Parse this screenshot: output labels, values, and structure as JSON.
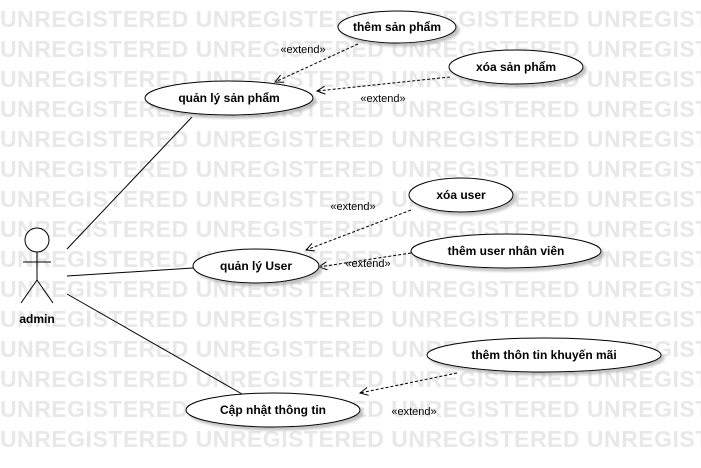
{
  "watermark": {
    "text": "UNREGISTERED UNREGISTERED UNREGISTERED UNREGISTERED"
  },
  "diagram": {
    "actor": {
      "name": "admin"
    },
    "use_cases": {
      "quan_ly_san_pham": "quản lý sản phẩm",
      "quan_ly_user": "quản lý User",
      "cap_nhat_thong_tin": "Cập nhật thông tin",
      "them_san_pham": "thêm sản phẩm",
      "xoa_san_pham": "xóa sản phẩm",
      "xoa_user": "xóa user",
      "them_user_nhan_vien": "thêm user nhân viên",
      "them_thon_tin_khuyen_mai": "thêm thôn tin khuyến mãi"
    },
    "extend_label": "«extend»"
  }
}
